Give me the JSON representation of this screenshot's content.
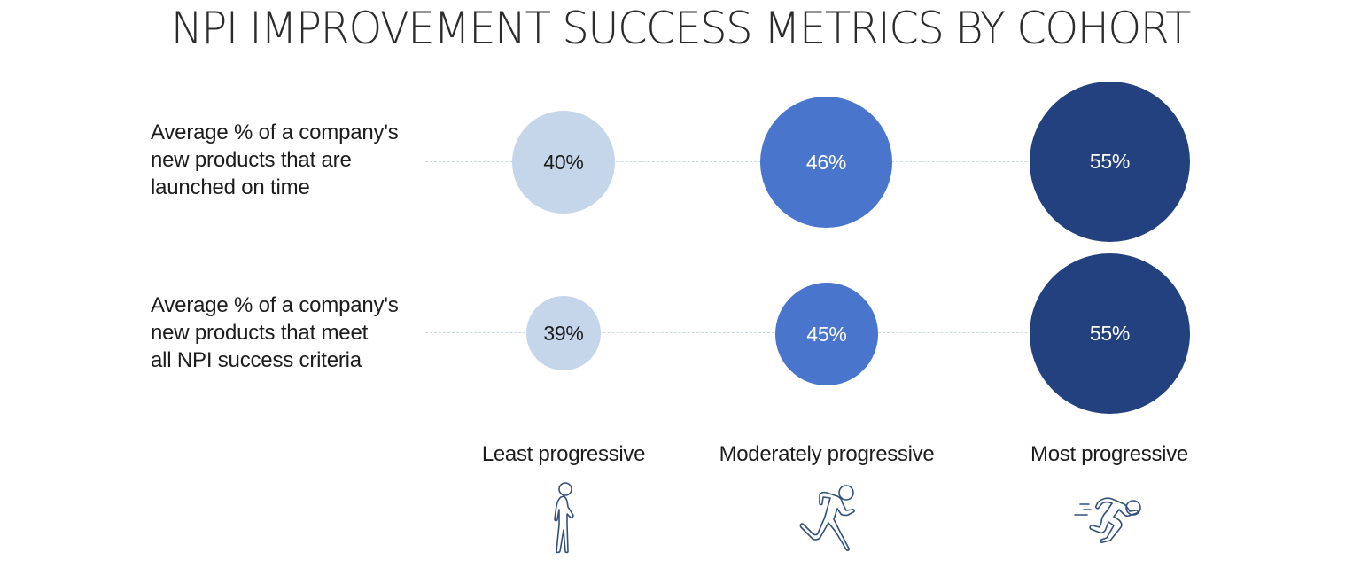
{
  "title": "NPI IMPROVEMENT SUCCESS METRICS BY COHORT",
  "colors": {
    "least": "#c5d5ea",
    "moderate": "#4a75cc",
    "most": "#23417f",
    "dash": "#cbd6e6",
    "icon_stroke": "#33507a"
  },
  "rows": [
    {
      "label": "Average % of a company's new products that are launched on time",
      "label_lines": [
        "Average % of a company's",
        "new products that are",
        "launched on time"
      ],
      "values": [
        "40%",
        "46%",
        "55%"
      ]
    },
    {
      "label": "Average % of a company's new products that meet all NPI success criteria",
      "label_lines": [
        "Average % of a company's",
        "new products that meet",
        "all NPI success criteria"
      ],
      "values": [
        "39%",
        "45%",
        "55%"
      ]
    }
  ],
  "cohorts": [
    {
      "label": "Least progressive",
      "icon": "walking-person-icon"
    },
    {
      "label": "Moderately progressive",
      "icon": "running-person-icon"
    },
    {
      "label": "Most progressive",
      "icon": "sprinting-person-icon"
    }
  ],
  "chart_data": {
    "type": "bubble",
    "title": "NPI IMPROVEMENT SUCCESS METRICS BY COHORT",
    "categories": [
      "Least progressive",
      "Moderately progressive",
      "Most progressive"
    ],
    "series": [
      {
        "name": "Average % of a company's new products that are launched on time",
        "values": [
          40,
          46,
          55
        ]
      },
      {
        "name": "Average % of a company's new products that meet all NPI success criteria",
        "values": [
          39,
          45,
          55
        ]
      }
    ],
    "unit": "%",
    "xlabel": "",
    "ylabel": "",
    "grid": false,
    "legend": "none"
  }
}
